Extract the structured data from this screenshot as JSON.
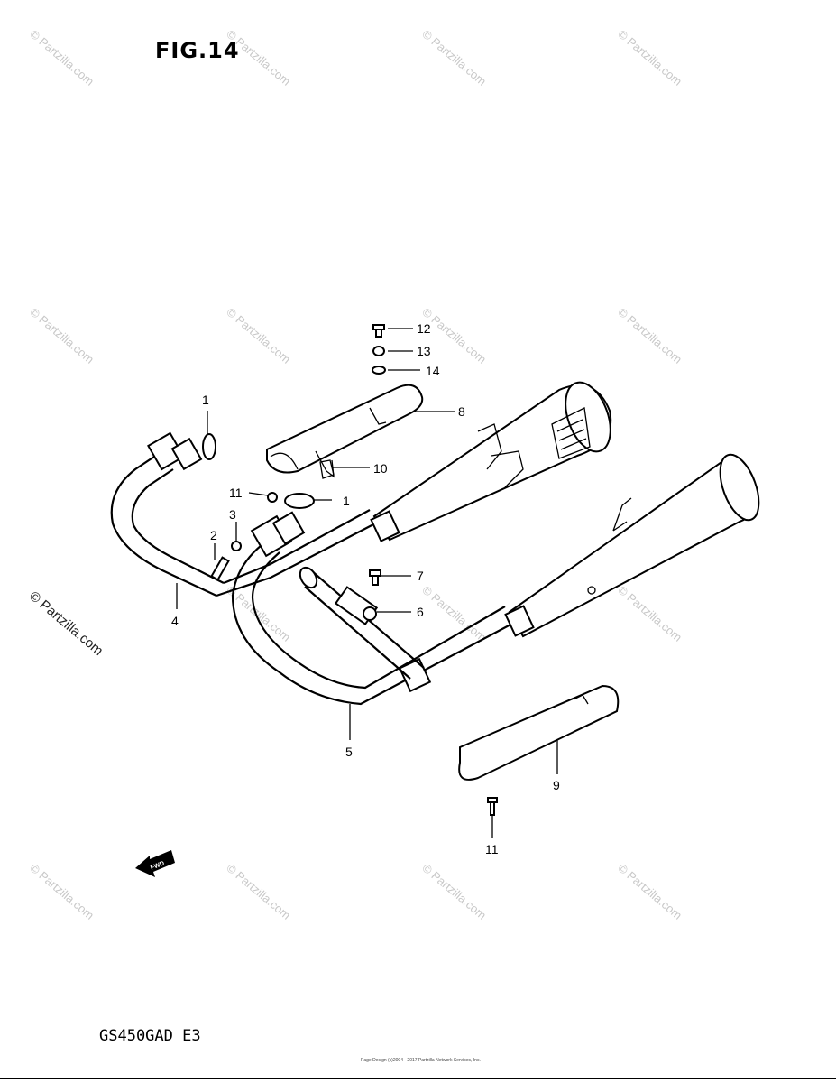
{
  "figure": {
    "title": "FIG.14",
    "model_code": "GS450GAD E3",
    "footer_note": "Page Design (c)2004 - 2017 Partzilla Network Services, Inc."
  },
  "watermark": {
    "text": "© Partzilla.com"
  },
  "fwd_badge": {
    "label": "FWD"
  },
  "callouts": {
    "c1a": "1",
    "c1b": "1",
    "c2": "2",
    "c3": "3",
    "c4": "4",
    "c5": "5",
    "c6": "6",
    "c7": "7",
    "c8": "8",
    "c9": "9",
    "c10": "10",
    "c11a": "11",
    "c11b": "11",
    "c12": "12",
    "c13": "13",
    "c14": "14"
  }
}
